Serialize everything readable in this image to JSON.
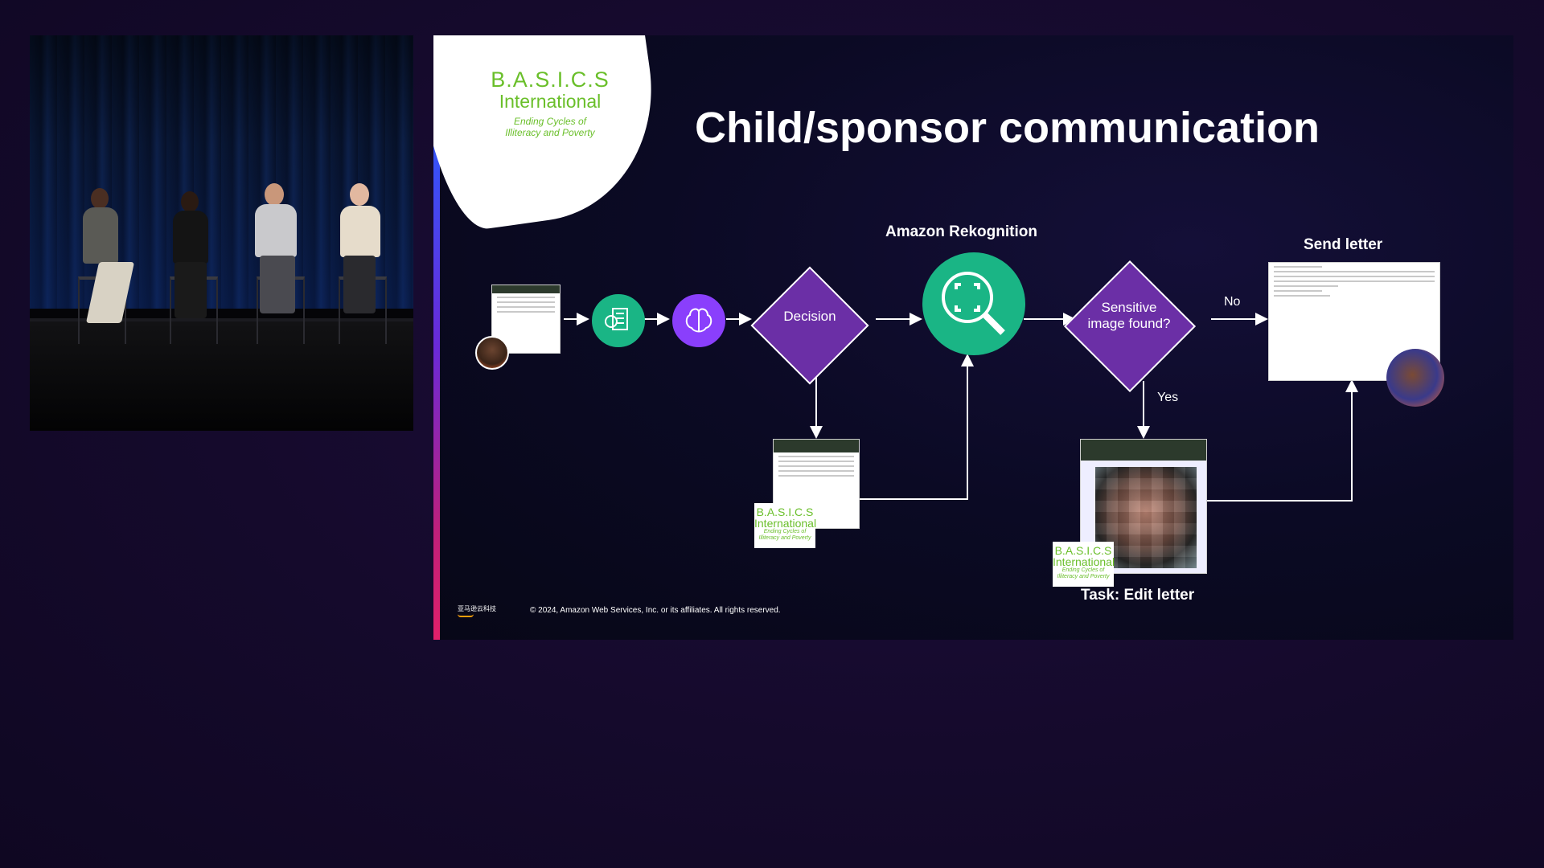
{
  "video": {
    "description_hidden": true
  },
  "slide": {
    "logo": {
      "line1": "B.A.S.I.C.S",
      "line2": "International",
      "tagline1": "Ending Cycles of",
      "tagline2": "Illiteracy and Poverty"
    },
    "title": "Child/sponsor communication",
    "flow": {
      "decision_label": "Decision",
      "rekognition_label": "Amazon Rekognition",
      "sensitive_label_1": "Sensitive",
      "sensitive_label_2": "image found?",
      "no_label": "No",
      "yes_label": "Yes",
      "send_letter_label": "Send letter",
      "edit_letter_label": "Task: Edit letter"
    },
    "mini_logo": {
      "line1": "B.A.S.I.C.S",
      "line2": "International",
      "tagline1": "Ending Cycles of",
      "tagline2": "Illiteracy and Poverty"
    },
    "footer": {
      "copyright": "© 2024, Amazon Web Services, Inc. or its affiliates. All rights reserved.",
      "aws_mini": "亚马逊云科技"
    }
  },
  "colors": {
    "green_service": "#1ab585",
    "purple_service": "#8a3ffc",
    "diamond_fill": "#6b2fa6",
    "logo_green": "#6abf2a"
  }
}
